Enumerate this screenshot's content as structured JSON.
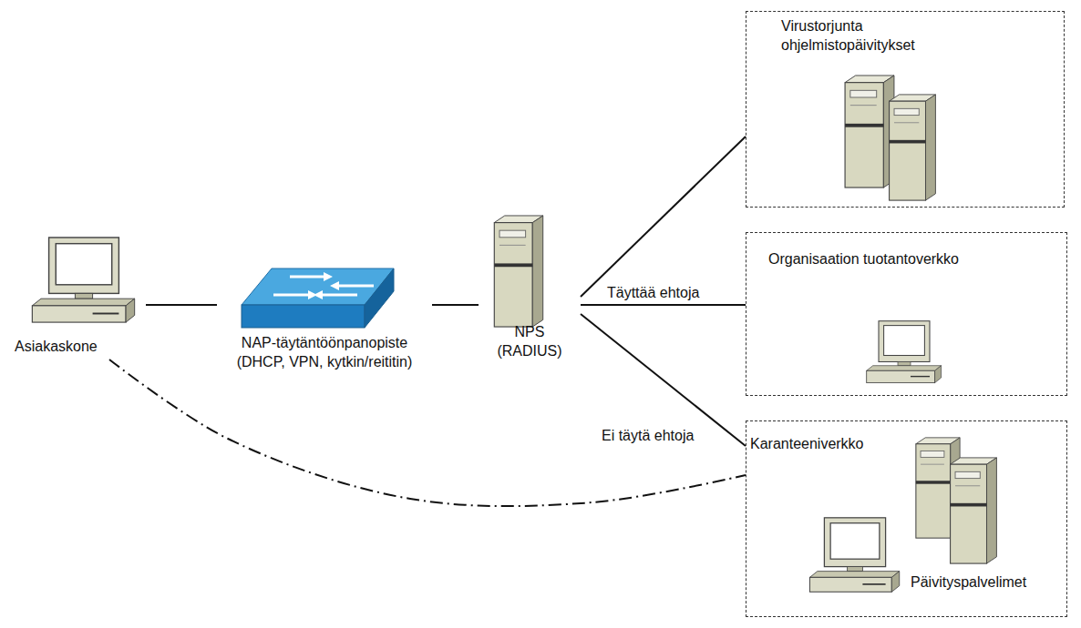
{
  "diagram": {
    "nodes": [
      {
        "text": [
          "Asiakaskone"
        ]
      },
      {
        "text": [
          "NAP-täytäntöönpanopiste (DHCP, VPN, kytkin/reititin)"
        ]
      },
      {
        "text": [
          "NPS (RADIUS)"
        ]
      },
      {
        "text": [
          "Virustorjunta ohjelmistopäivitykset"
        ]
      },
      {
        "text": [
          "Organisaation tuotantoverkko"
        ]
      },
      {
        "text": [
          "Karanteeniverkko",
          "Päivityspalvelimet"
        ]
      }
    ],
    "edges": [
      {
        "from": 0,
        "to": 1,
        "arrow": "none"
      },
      {
        "from": 1,
        "to": 2,
        "arrow": "none"
      },
      {
        "from": 2,
        "to": 3,
        "arrow": "none"
      },
      {
        "from": 2,
        "to": 4,
        "label": "Täyttää ehtoja",
        "arrow": "none"
      },
      {
        "from": 2,
        "to": 5,
        "label": "Ei täytä ehtoja",
        "arrow": "none"
      },
      {
        "from": 0,
        "to": 5,
        "arrow": "none"
      }
    ]
  }
}
